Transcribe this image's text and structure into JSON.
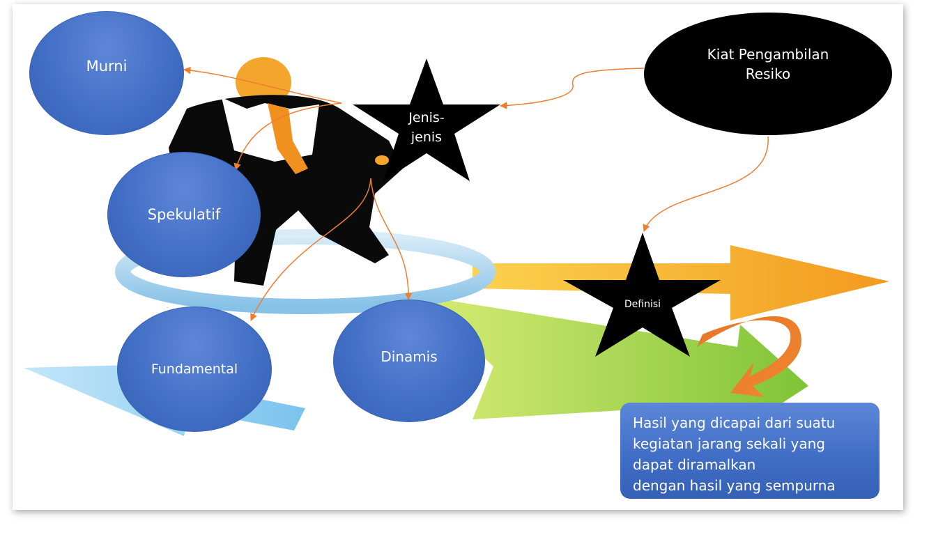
{
  "center_star": {
    "label_line1": "Jenis-",
    "label_line2": "jenis"
  },
  "definition_star": {
    "label": "Definisi"
  },
  "title_node": {
    "label_line1": "Kiat Pengambilan",
    "label_line2": "Resiko"
  },
  "types": [
    {
      "label": "Murni"
    },
    {
      "label": "Spekulatif"
    },
    {
      "label": "Fundamental"
    },
    {
      "label": "Dinamis"
    }
  ],
  "definition_text": {
    "line1": "Hasil yang dicapai dari suatu",
    "line2": "kegiatan jarang sekali yang",
    "line3": "dapat diramalkan",
    "line4": "dengan hasil yang sempurna"
  },
  "colors": {
    "node_blue": "#4270c6",
    "connector_orange": "#ed7d31",
    "star_fill": "#000000",
    "arrow_orange": "#f39c12",
    "arrow_green": "#8dc63f",
    "arrow_light_blue": "#8ec9ee"
  }
}
